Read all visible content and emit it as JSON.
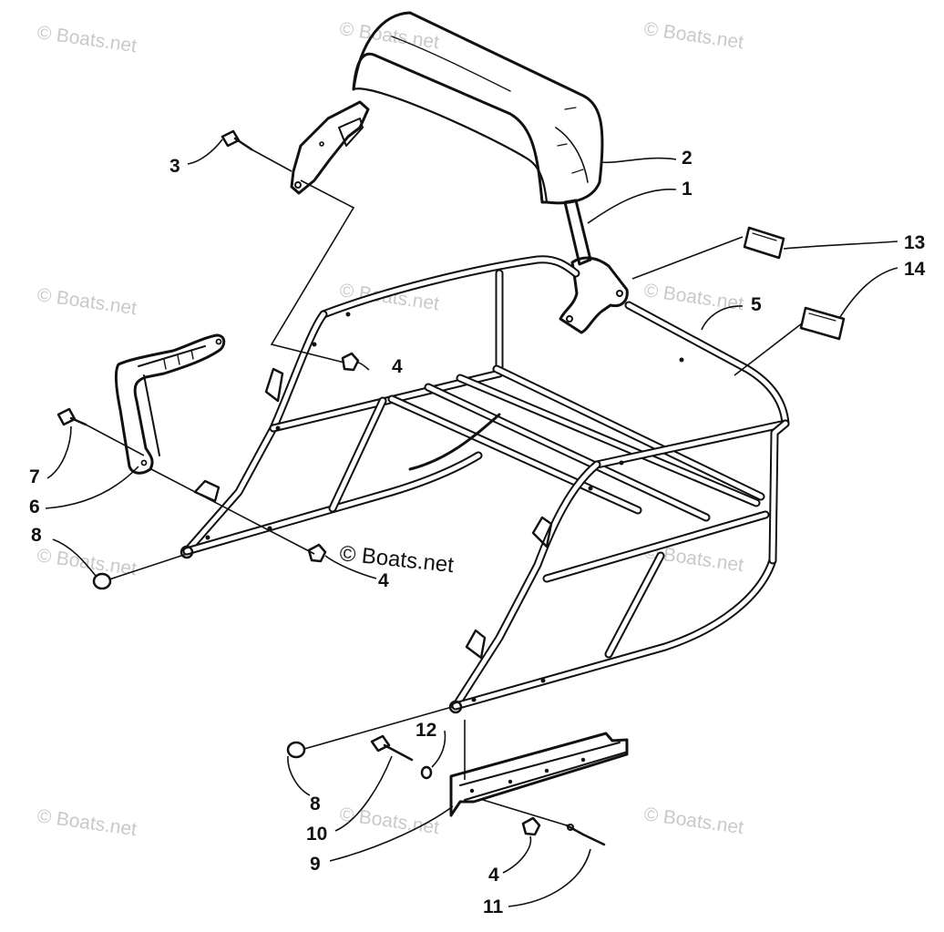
{
  "watermark": {
    "text": "© Boats.net",
    "center_text": "© Boats.net"
  },
  "callouts": {
    "c1": "1",
    "c2": "2",
    "c3": "3",
    "c4a": "4",
    "c4b": "4",
    "c4c": "4",
    "c5": "5",
    "c6": "6",
    "c7": "7",
    "c8a": "8",
    "c8b": "8",
    "c9": "9",
    "c10": "10",
    "c11": "11",
    "c12": "12",
    "c13": "13",
    "c14": "14"
  },
  "colors": {
    "ink": "#111111",
    "watermark": "#c9c9c9",
    "background": "#ffffff"
  }
}
